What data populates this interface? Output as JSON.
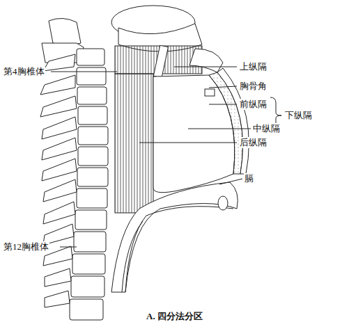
{
  "diagram": {
    "caption": "A. 四分法分区",
    "labels": [
      "第4胸椎体",
      "上纵隔",
      "胸骨角",
      "前纵隔",
      "中纵隔",
      "后纵隔",
      "下纵隔",
      "膈",
      "第12胸椎体"
    ]
  }
}
